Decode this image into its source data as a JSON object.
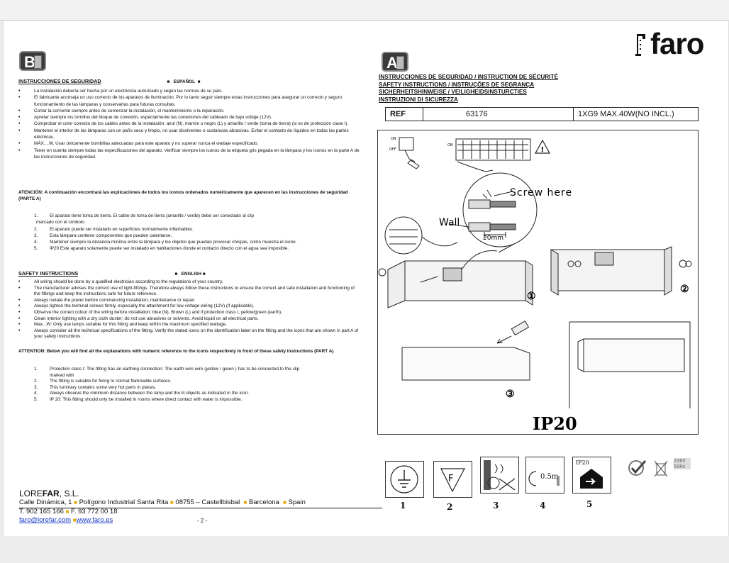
{
  "brand": {
    "logo_text": "faro"
  },
  "left": {
    "badge": "B",
    "es_safety_title": "INSTRUCCIONES DE SEGURIDAD",
    "es_lang": "ESPAÑOL",
    "es_bullets": [
      "La instalación debería ser hecha por un electricista autorizado y según las normas de su país.",
      "El fabricante aconseja un uso correcto de los aparatos de iluminación. Por lo tanto seguir siempre estas instrucciones para asegurar un correcto y seguro funcionamiento de las lámparas y conservarlas para futuras consultas.",
      "Cortar la corriente siempre antes de comenzar la instalación, el mantenimiento o la reparación.",
      "Apretar siempre los tornillos del bloque de conexión, especialmente las conexiones del cableado de bajo voltaje (12V).",
      "Comprobar el color correcto de los cables antes de la instalación: azul (N), marrón o negro (L) y amarillo / verde (toma de tierra) (si es de protección clase I).",
      "Mantener el interior de las lámparas con un paño seco y limpio, no usar disolventes o sustancias abrasivas. Evitar el contacto de líquidos en todas las partes eléctricas.",
      "MÁX....W. Usar únicamente bombillas adecuadas para este aparato y no superar nunca el wattaje especificado.",
      "Tener en cuenta siempre todas las especificaciones del aparato. Verificar siempre los iconos de la etiqueta gris pegada en la lámpara y los iconos en la parte A de las instrucciones de seguridad."
    ],
    "es_attention": "ATENCIÓN: A continuación encontrará las explicaciones de todos los iconos ordenados numéricamente que aparecen en las instrucciones de seguridad (PARTE A)",
    "es_numbered": [
      {
        "n": "1.",
        "text": "El aparato tiene toma de tierra. El cable de toma de tierra (amarillo / verde) debe ser conectado al clip"
      },
      {
        "n": "",
        "text": "marcado con el símbolo"
      },
      {
        "n": "2.",
        "text": "El aparato puede ser instalado en superficies normalmente inflamables."
      },
      {
        "n": "3.",
        "text": "Esta lámpara contiene componentes que pueden calentarse."
      },
      {
        "n": "4.",
        "text": "Mantener siempre la distancia mínima entre la lámpara y los objetos que puedan provocar chispas, como muestra el icono."
      },
      {
        "n": "5.",
        "text": "IP20 Este aparato solamente puede ser instalado en habitaciones donde el contacto directo con el agua sea imposible."
      }
    ],
    "en_safety_title": "SAFETY INSTRUCTIONS",
    "en_lang": "ENGLISH",
    "en_bullets": [
      "All wiring should be done by a qualified electrician according to the regulations of your country.",
      "The manufacturer advises the correct use of light-fittings. Therefore always follow these instructions to ensure the correct and safe installation and functioning of the fittings and keep the instructions safe for future reference.",
      "Always isolate the power before commencing installation, maintenance or repair.",
      "Always tighten the terminal screws firmly, especially the attachment for low voltage wiring (12V) (if applicable).",
      "Observe the correct colour of the wiring before installation: blue (N), Brown (L) and if protection class I, yellow/green (earth).",
      "Clean interior lighting with a dry cloth duster; do not use abrasives or solvents. Avoid liquid on all electrical parts.",
      "Max...W: Only use lamps suitable for this fitting and keep within the maximum specified wattage.",
      "Always consider all the technical specifications of the fitting. Verify the stated icons on the identification label on the fitting and the icons that are shown in part A of your safety instructions."
    ],
    "en_attention": "ATTENTION: Below you will find all the explanations with numeric reference to the icons respectively in front of these safety instructions (PART A)",
    "en_numbered": [
      {
        "n": "1.",
        "text": "Protection class I: The fitting has an earthing connection: The earth wire wire (yellow / green ) has to be connected to the clip"
      },
      {
        "n": "",
        "text": "marked with"
      },
      {
        "n": "2.",
        "text": "The fitting is suitable for fixing to normal flammable surfaces."
      },
      {
        "n": "3.",
        "text": "This luminary contains some very hot parts in places."
      },
      {
        "n": "4.",
        "text": "Always observe the minimum distance between the lamp and the lit objects as indicated in the icon."
      },
      {
        "n": "5.",
        "text": "IP 20: This fitting should only be installed in rooms where direct contact with water is impossible."
      }
    ]
  },
  "right": {
    "badge": "A",
    "headings": [
      "INSTRUCCIONES DE SEGURIDAD / INSTRUCTION DE SÉCURITÉ",
      "SAFETY INSTRUCTIONS / INSTRUÇÕES DE SEGRANÇA",
      "SICHERHEITSHINWEISE / VEILIGHEIDSINSTURCTIES",
      "INSTRUZIONI DI SICUREZZA"
    ],
    "ref_label": "REF",
    "ref_code": "63176",
    "ref_desc": "1XG9 MAX.40W(NO INCL.)",
    "fig_labels": {
      "screw_here": "Screw here",
      "wall": "Wall",
      "mm": "20mm",
      "step1": "①",
      "step2": "②",
      "step3": "③",
      "ip": "IP20",
      "on": "ON",
      "off": "OFF"
    },
    "icons": [
      {
        "num": "1"
      },
      {
        "num": "2"
      },
      {
        "num": "3"
      },
      {
        "num": "4",
        "label": "0.5m"
      },
      {
        "num": "5",
        "label": "IP20"
      }
    ],
    "spec_label": "230V 50Hz"
  },
  "footer": {
    "company_pre": "LORE",
    "company_bold": "FAR",
    "company_post": ", S.L.",
    "address": "Calle Dinámica, 1",
    "address2": "Polígono Industrial Santa Rita",
    "postal": "08755 – Castellbisbal",
    "city": "Barcelona",
    "country": "Spain",
    "phone": "T. 902 165 166",
    "fax": "F. 93 772 00 18",
    "email": "faro@lorefar.com",
    "web": "www.faro.es",
    "page": "- 2 -"
  }
}
